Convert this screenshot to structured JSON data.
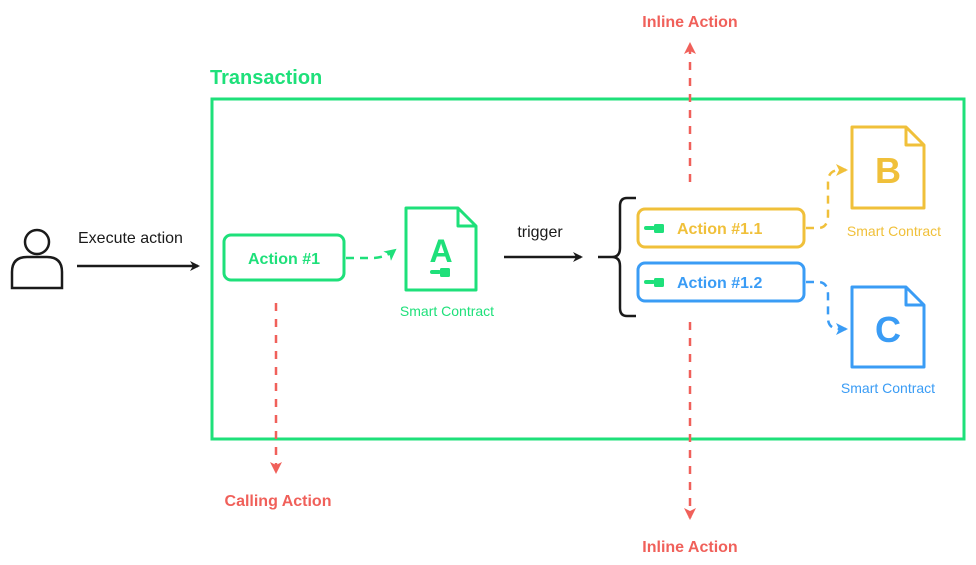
{
  "colors": {
    "green": "#1ee07a",
    "red": "#f0605a",
    "yellow": "#f0c03a",
    "blue": "#3a9cf5",
    "black": "#1a1a1a"
  },
  "transaction": {
    "title": "Transaction"
  },
  "user": {
    "icon": "user-icon",
    "edge_label": "Execute action"
  },
  "action1": {
    "label": "Action #1"
  },
  "contract_a": {
    "letter": "A",
    "caption": "Smart Contract"
  },
  "trigger": {
    "label": "trigger"
  },
  "action11": {
    "label": "Action #1.1"
  },
  "action12": {
    "label": "Action #1.2"
  },
  "contract_b": {
    "letter": "B",
    "caption": "Smart Contract"
  },
  "contract_c": {
    "letter": "C",
    "caption": "Smart Contract"
  },
  "labels": {
    "inline_top": "Inline Action",
    "inline_bottom": "Inline Action",
    "calling": "Calling Action"
  }
}
